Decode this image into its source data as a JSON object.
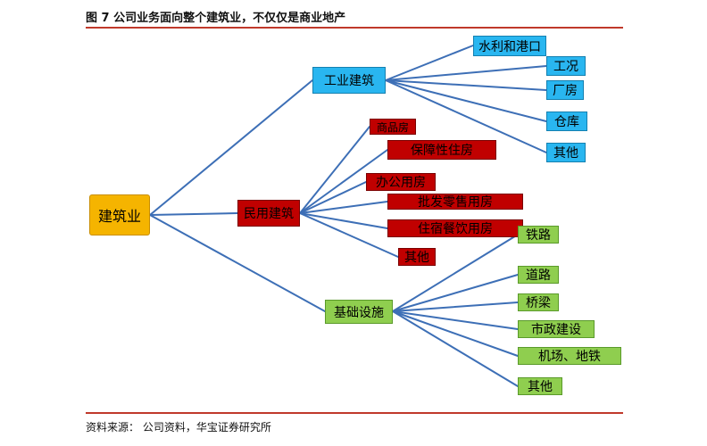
{
  "figure": {
    "title": "图 7    公司业务面向整个建筑业，不仅仅是商业地产",
    "source": "资料来源：   公司资料，华宝证券研究所"
  },
  "colors": {
    "root": "#f5b400",
    "blue": "#29b6f0",
    "red": "#c00000",
    "green": "#8fce4f",
    "line": "#3d6fb6",
    "rule": "#c0392b"
  },
  "tree": {
    "root": "建筑业",
    "branches": [
      {
        "label": "工业建筑",
        "children": [
          "水利和港口",
          "工况",
          "厂房",
          "仓库",
          "其他"
        ]
      },
      {
        "label": "民用建筑",
        "children": [
          "商品房",
          "保障性住房",
          "办公用房",
          "批发零售用房",
          "住宿餐饮用房",
          "其他"
        ]
      },
      {
        "label": "基础设施",
        "children": [
          "铁路",
          "道路",
          "桥梁",
          "市政建设",
          "机场、地铁",
          "其他"
        ]
      }
    ]
  }
}
